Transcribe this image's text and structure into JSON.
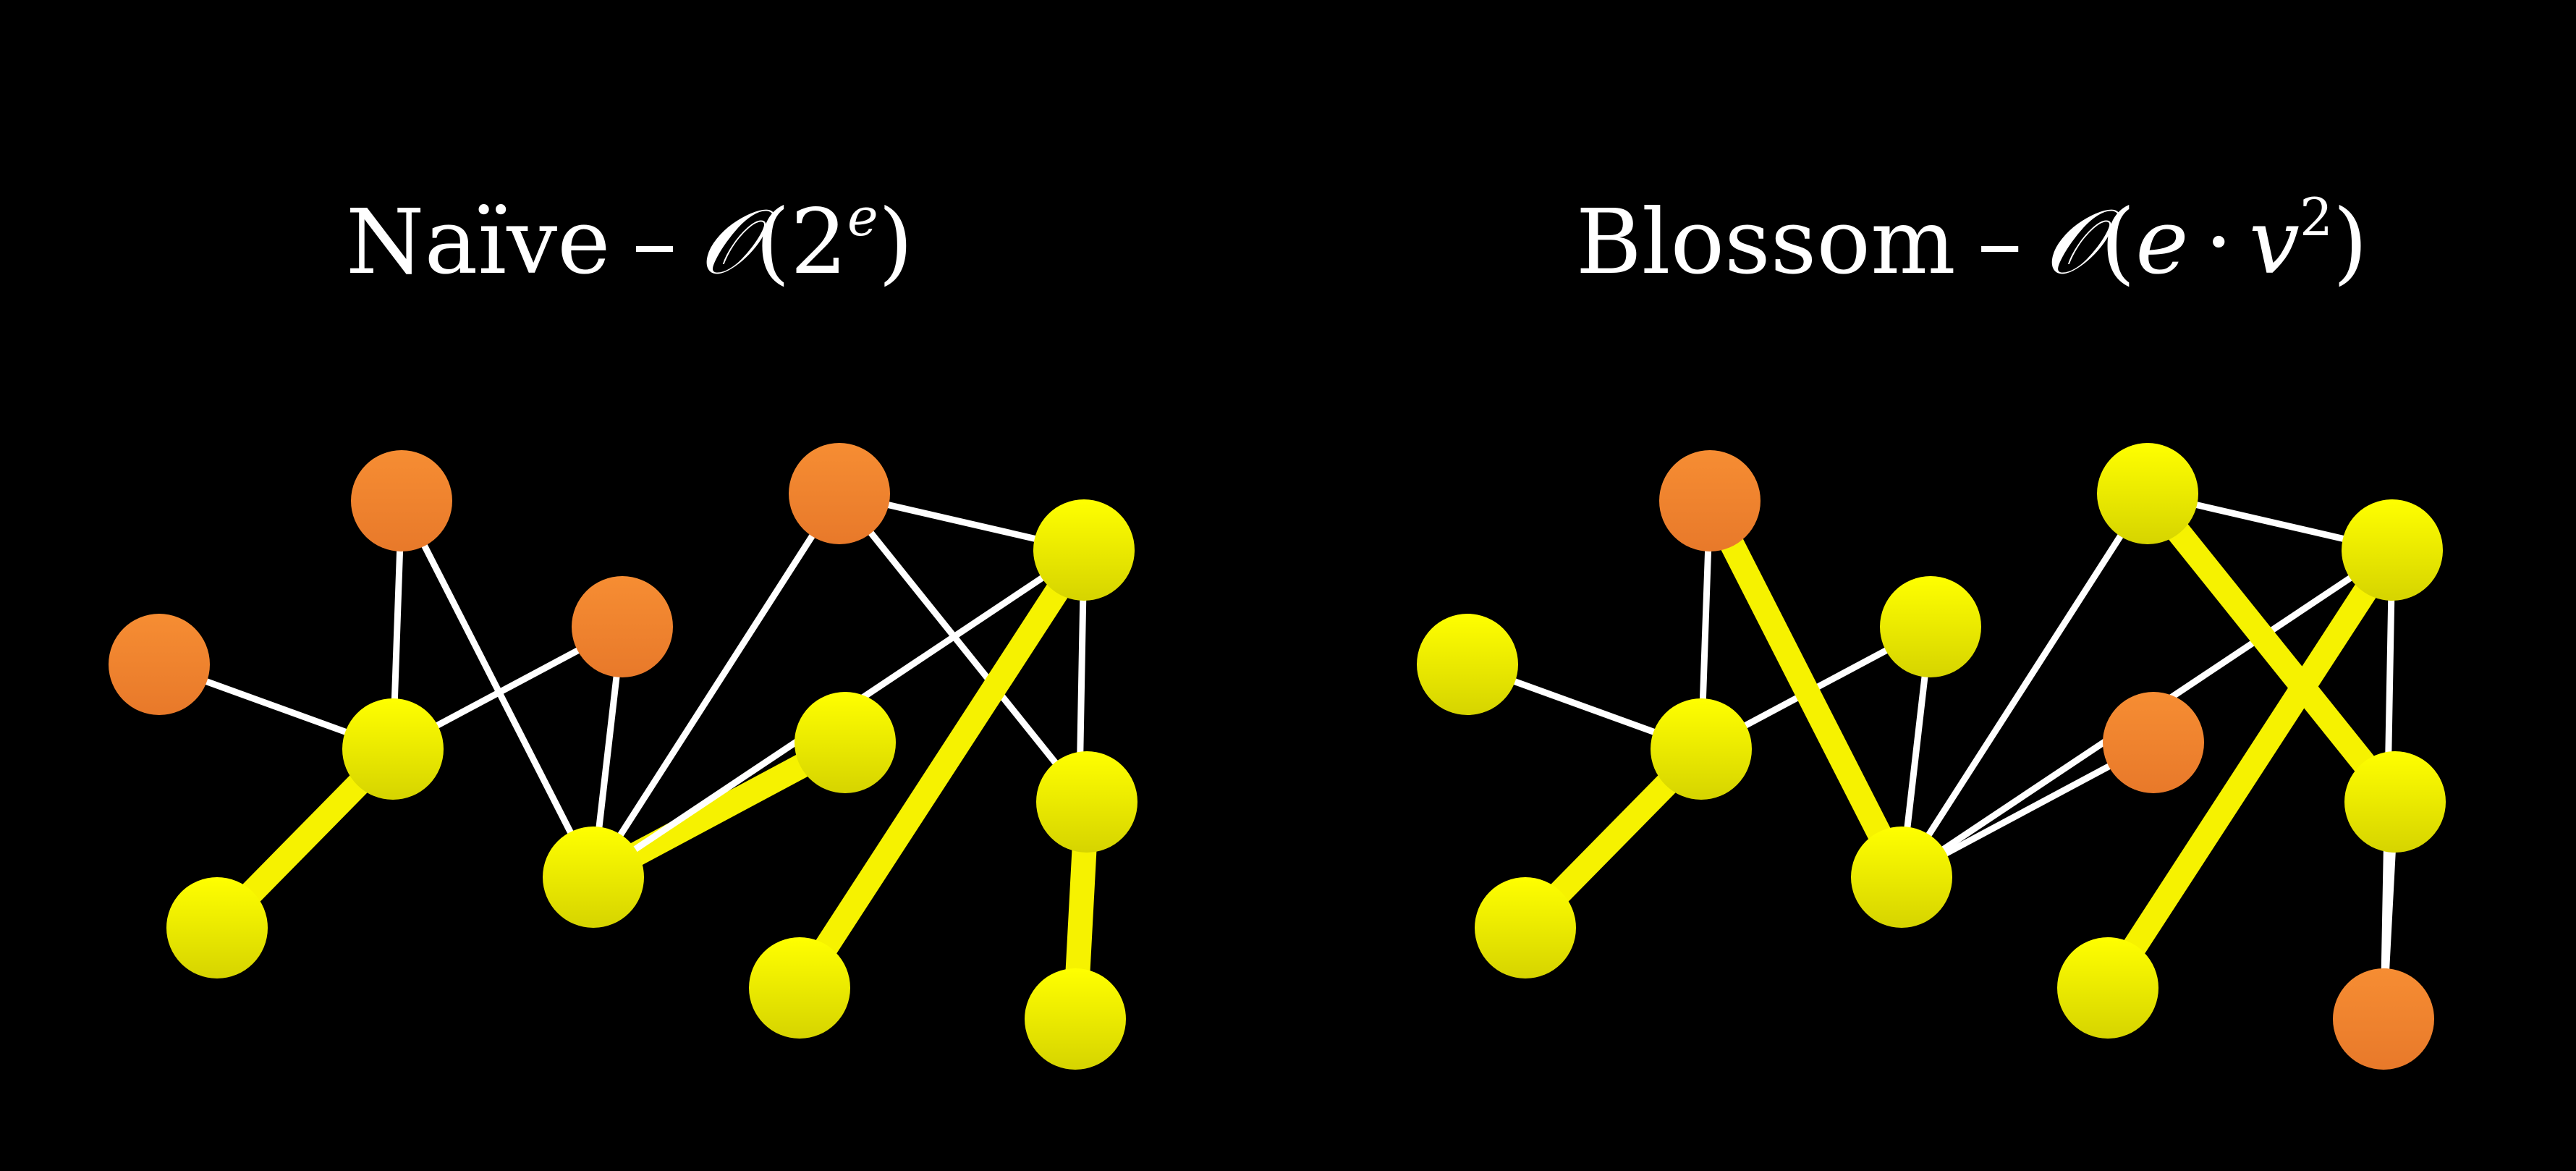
{
  "panels": [
    {
      "id": "naive",
      "title": {
        "label": "Naïve",
        "dash": "–",
        "big_o": "𝒪",
        "open": "(",
        "base": "2",
        "exponent": "e",
        "close": ")"
      },
      "edges": [
        {
          "from": 0,
          "to": 1,
          "matched": false
        },
        {
          "from": 1,
          "to": 2,
          "matched": false
        },
        {
          "from": 1,
          "to": 3,
          "matched": false
        },
        {
          "from": 1,
          "to": 4,
          "matched": true
        },
        {
          "from": 2,
          "to": 5,
          "matched": false
        },
        {
          "from": 3,
          "to": 5,
          "matched": false
        },
        {
          "from": 5,
          "to": 6,
          "matched": false
        },
        {
          "from": 5,
          "to": 7,
          "matched": true
        },
        {
          "from": 5,
          "to": 8,
          "matched": false
        },
        {
          "from": 6,
          "to": 8,
          "matched": false
        },
        {
          "from": 6,
          "to": 9,
          "matched": false
        },
        {
          "from": 8,
          "to": 10,
          "matched": true
        },
        {
          "from": 8,
          "to": 11,
          "matched": false
        },
        {
          "from": 9,
          "to": 11,
          "matched": true
        }
      ],
      "node_colors": [
        "orange",
        "yellow",
        "orange",
        "orange",
        "yellow",
        "yellow",
        "orange",
        "yellow",
        "yellow",
        "yellow",
        "yellow",
        "yellow"
      ]
    },
    {
      "id": "blossom",
      "title": {
        "label": "Blossom",
        "dash": "–",
        "big_o": "𝒪",
        "open": "(",
        "e": "e",
        "dot": "·",
        "v": "v",
        "exponent": "2",
        "close": ")"
      },
      "edges": [
        {
          "from": 0,
          "to": 1,
          "matched": false
        },
        {
          "from": 1,
          "to": 2,
          "matched": false
        },
        {
          "from": 1,
          "to": 3,
          "matched": false
        },
        {
          "from": 1,
          "to": 4,
          "matched": true
        },
        {
          "from": 2,
          "to": 5,
          "matched": true
        },
        {
          "from": 3,
          "to": 5,
          "matched": false
        },
        {
          "from": 5,
          "to": 6,
          "matched": false
        },
        {
          "from": 5,
          "to": 7,
          "matched": false
        },
        {
          "from": 5,
          "to": 8,
          "matched": false
        },
        {
          "from": 6,
          "to": 8,
          "matched": false
        },
        {
          "from": 6,
          "to": 9,
          "matched": true
        },
        {
          "from": 8,
          "to": 10,
          "matched": true
        },
        {
          "from": 8,
          "to": 11,
          "matched": false
        },
        {
          "from": 9,
          "to": 11,
          "matched": false
        }
      ],
      "node_colors": [
        "yellow",
        "yellow",
        "orange",
        "yellow",
        "yellow",
        "yellow",
        "yellow",
        "orange",
        "yellow",
        "yellow",
        "yellow",
        "orange"
      ]
    }
  ],
  "colors": {
    "background": "#000000",
    "edge": "#ffffff",
    "matched_edge": "#f6f200",
    "node_yellow": "#f7f500",
    "node_yellow_shade": "#d9d800",
    "node_orange": "#f28a2e"
  }
}
